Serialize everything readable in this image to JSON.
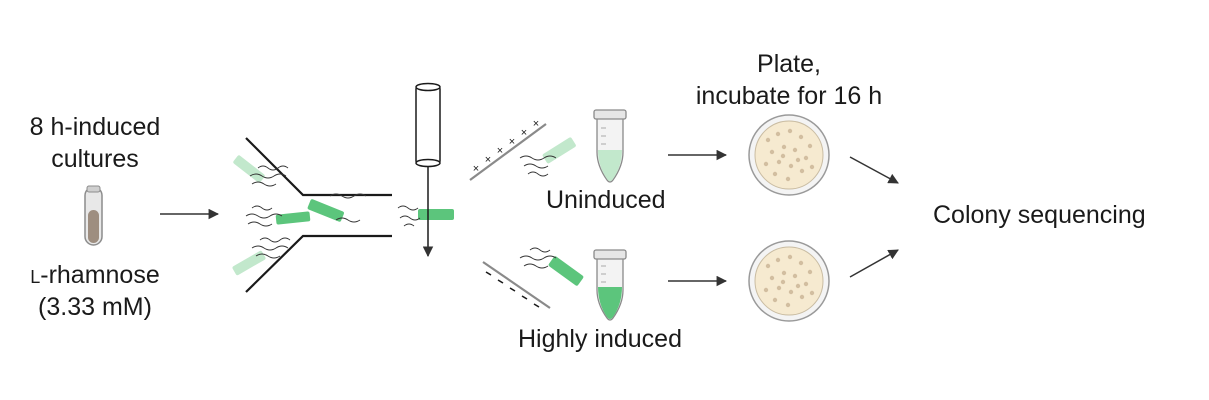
{
  "labels": {
    "induced_line1": "8 h-induced",
    "induced_line2": "cultures",
    "rhamnose_prefix": "l",
    "rhamnose_rest": "-rhamnose",
    "concentration": "(3.33 mM)",
    "uninduced": "Uninduced",
    "highly_induced": "Highly induced",
    "plate_line1": "Plate,",
    "plate_line2": "incubate for 16 h",
    "colony": "Colony sequencing"
  },
  "colors": {
    "gfp_bright": "#5cc57c",
    "gfp_faint": "#c2e8cc",
    "culture_brown": "#9e8e80",
    "agar": "#f6ead0",
    "colony_dot": "#d2bea0",
    "ink": "#1a1a1a"
  }
}
